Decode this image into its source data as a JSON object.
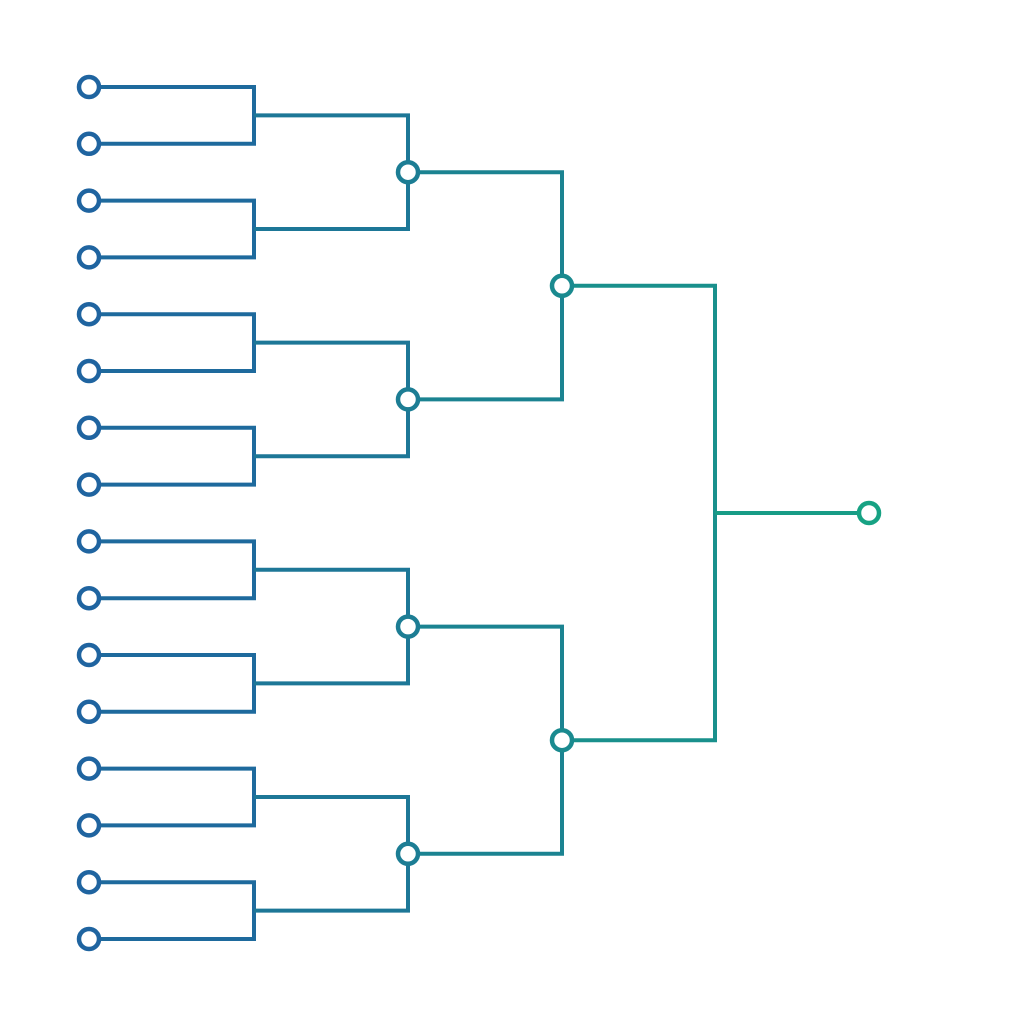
{
  "diagram": {
    "type": "single-elimination-bracket",
    "orientation": "left-to-right",
    "leaf_count": 16,
    "rounds": 5,
    "colors": {
      "start": "#1f63a0",
      "end": "#17a383",
      "background": "#ffffff"
    }
  }
}
